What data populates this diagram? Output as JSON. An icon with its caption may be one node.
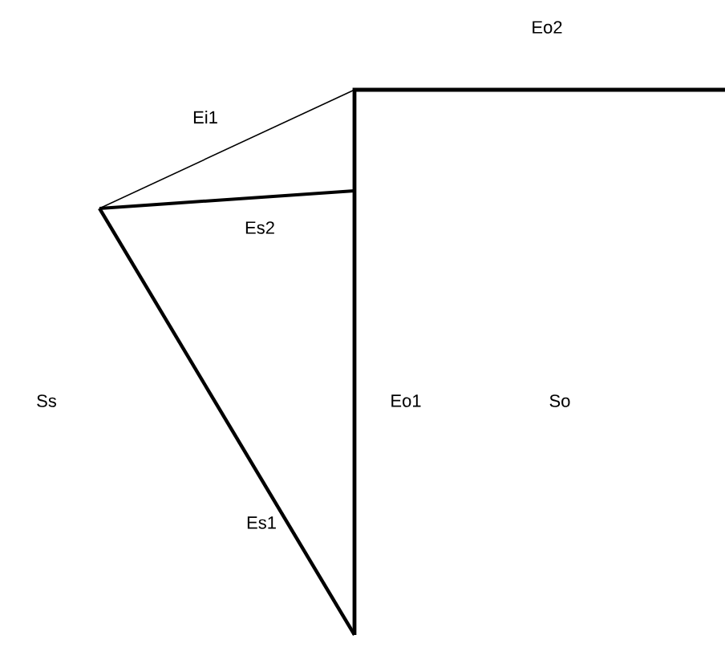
{
  "diagram": {
    "labels": [
      "Eo2",
      "Ei1",
      "Es2",
      "Ss",
      "Eo1",
      "So",
      "Es1"
    ]
  }
}
